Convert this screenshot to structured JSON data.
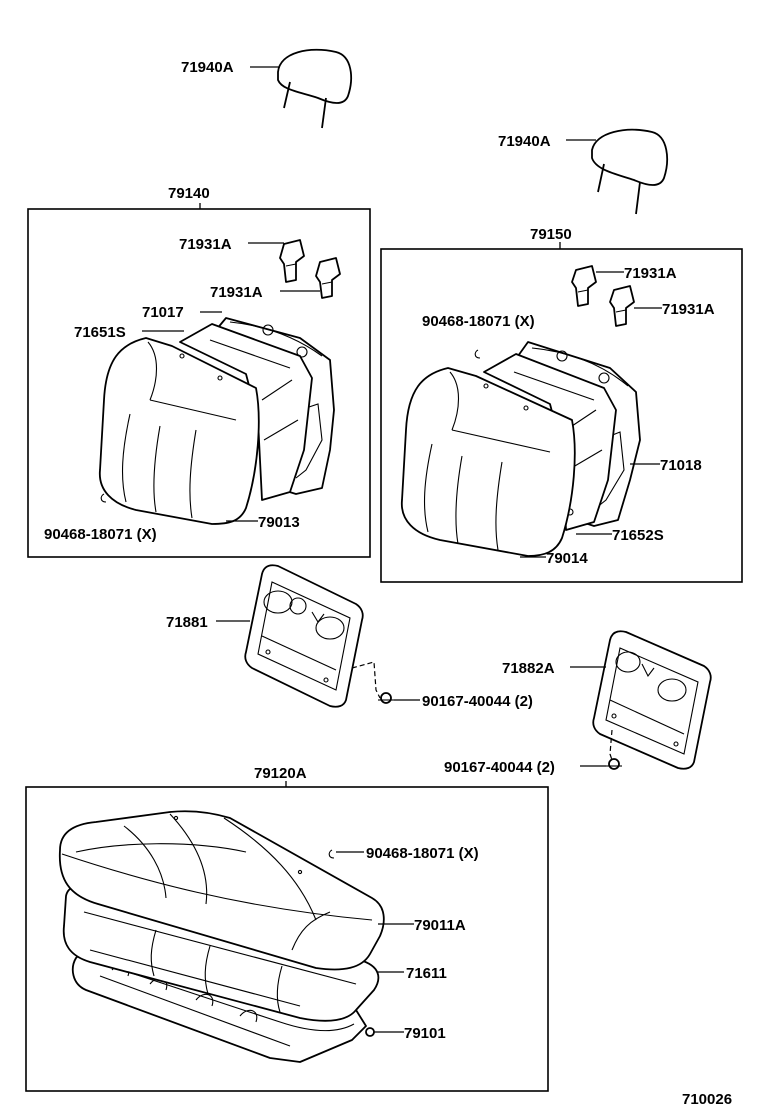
{
  "labels": {
    "headrest_left": "71940A",
    "headrest_right": "71940A",
    "back_left_assy": "79140",
    "back_right_assy": "79150",
    "support_left_a": "71931A",
    "support_left_b": "71931A",
    "support_right_a": "71931A",
    "support_right_b": "71931A",
    "frame_left": "71017",
    "spring_left": "71651S",
    "clip_left": "90468-18071 (X)",
    "cover_left": "79013",
    "clip_right": "90468-18071 (X)",
    "frame_right": "71018",
    "spring_right": "71652S",
    "cover_right": "79014",
    "trim_left": "71881",
    "screw_left": "90167-40044 (2)",
    "trim_right": "71882A",
    "screw_right": "90167-40044 (2)",
    "cushion_assy": "79120A",
    "clip_cushion": "90468-18071 (X)",
    "cushion_cover": "79011A",
    "cushion_pad": "71611",
    "cushion_frame": "79101",
    "figure_number": "710026"
  }
}
